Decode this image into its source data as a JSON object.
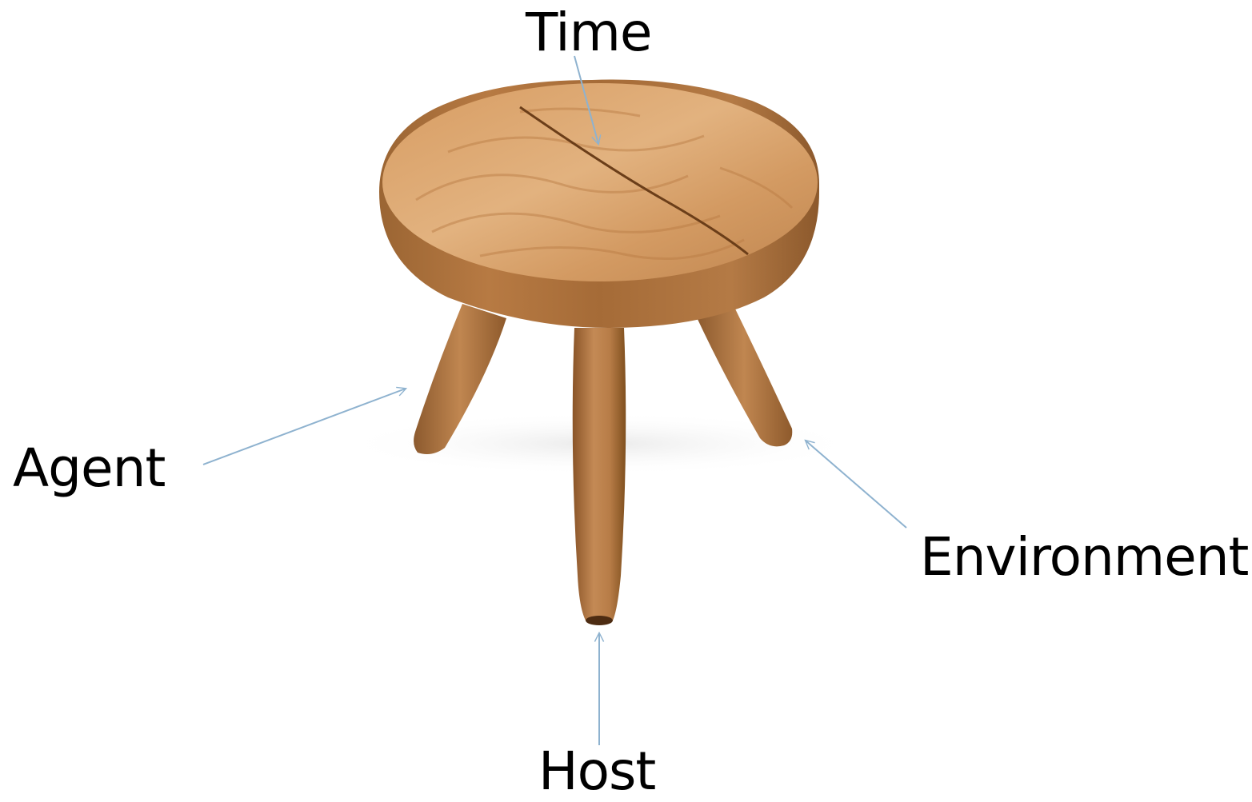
{
  "diagram": {
    "labels": {
      "time": "Time",
      "agent": "Agent",
      "environment": "Environment",
      "host": "Host"
    },
    "image": {
      "subject": "three-legged wooden stool",
      "wood_colors": {
        "light": "#d9a56e",
        "mid": "#c3854f",
        "dark": "#8a5428",
        "shadow": "#5b3518"
      }
    },
    "arrow_color": "#8eb2cf"
  }
}
